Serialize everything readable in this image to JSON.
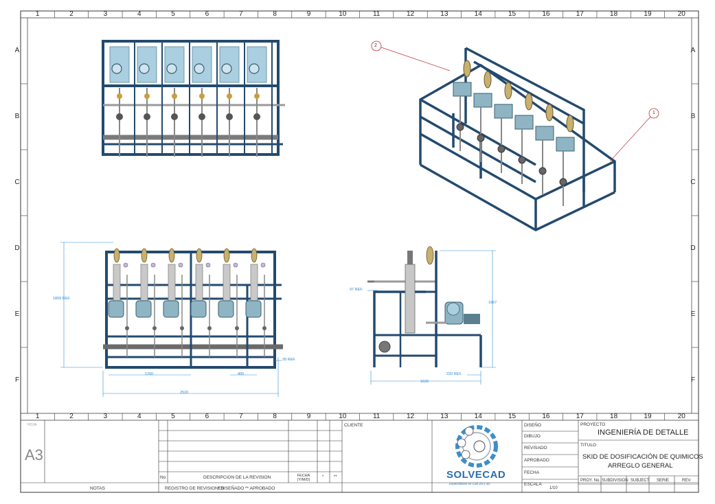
{
  "columns": [
    "1",
    "2",
    "3",
    "4",
    "5",
    "6",
    "7",
    "8",
    "9",
    "10",
    "11",
    "12",
    "13",
    "14",
    "15",
    "16",
    "17",
    "18",
    "19",
    "20"
  ],
  "rows": [
    "A",
    "B",
    "C",
    "D",
    "E",
    "F"
  ],
  "balloons": [
    "1",
    "2"
  ],
  "dimensions": {
    "front_height": "1809 REF.",
    "front_span": "1200",
    "front_pitch": "400",
    "front_width": "2520",
    "front_offset": "28 REF.",
    "side_height": "1667",
    "side_top": "97 REF.",
    "side_offset": "220 REF.",
    "side_width": "1620"
  },
  "title_block": {
    "hoja_label": "HOJA",
    "sheet_size": "A3",
    "notas": "NOTAS",
    "rev_no": "No",
    "rev_desc": "DESCRIPCION DE LA REVISION",
    "rev_fecha": "FECHA (Y/M/D)",
    "rev_star": "*",
    "rev_dstar": "**",
    "registro": "REGISTRO DE REVISIONES",
    "disenado": "* DISEÑADO",
    "aprobado_legend": "** APROBADO",
    "cliente": "CLIENTE",
    "logo_name": "SOLVECAD",
    "logo_tagline": "Especialistas en Cad 2D y 3D",
    "diseno": "DISEÑO",
    "dibujo": "DIBUJO",
    "revisado": "REVISADO",
    "aprobado": "APROBADO",
    "fecha": "FECHA",
    "escala": "ESCALA",
    "escala_val": "1/10",
    "proyecto_label": "PROYECTO",
    "proyecto": "INGENIERÍA DE DETALLE",
    "titulo_label": "TITULO",
    "titulo_1": "SKID DE DOSIFICACIÓN DE QUIMICOS",
    "titulo_2": "ARREGLO GENERAL",
    "proy_no": "PROY. No.",
    "subdivision": "SUBDIVISION",
    "subject": "SUBJECT",
    "serie": "SERIE",
    "rev": "REV."
  },
  "colors": {
    "frame": "#234a6e",
    "dim": "#2a8ad6",
    "pump": "#8fb5c4",
    "tank": "#a9cfe0"
  }
}
